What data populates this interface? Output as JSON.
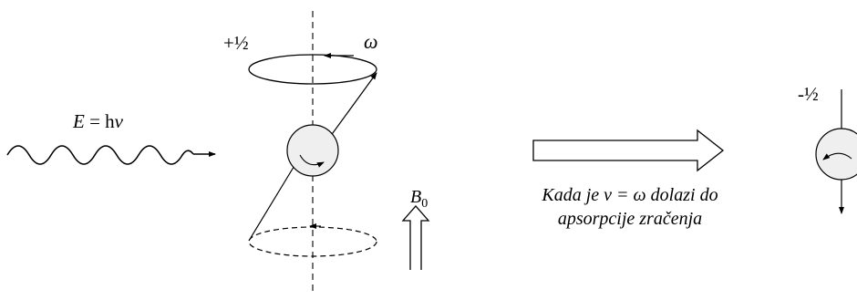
{
  "photon": {
    "E": "E",
    "eq": " = h",
    "nu": "v"
  },
  "spin_up_label": "+½",
  "spin_down_label": "-½",
  "omega": "ω",
  "field": {
    "symbol": "B",
    "subscript": "0"
  },
  "caption": {
    "line1": "Kada je v = ω dolazi do",
    "line2": "apsorpcije zračenja"
  },
  "colors": {
    "stroke": "#000000",
    "sphere_fill": "#efefef",
    "background": "#ffffff"
  }
}
